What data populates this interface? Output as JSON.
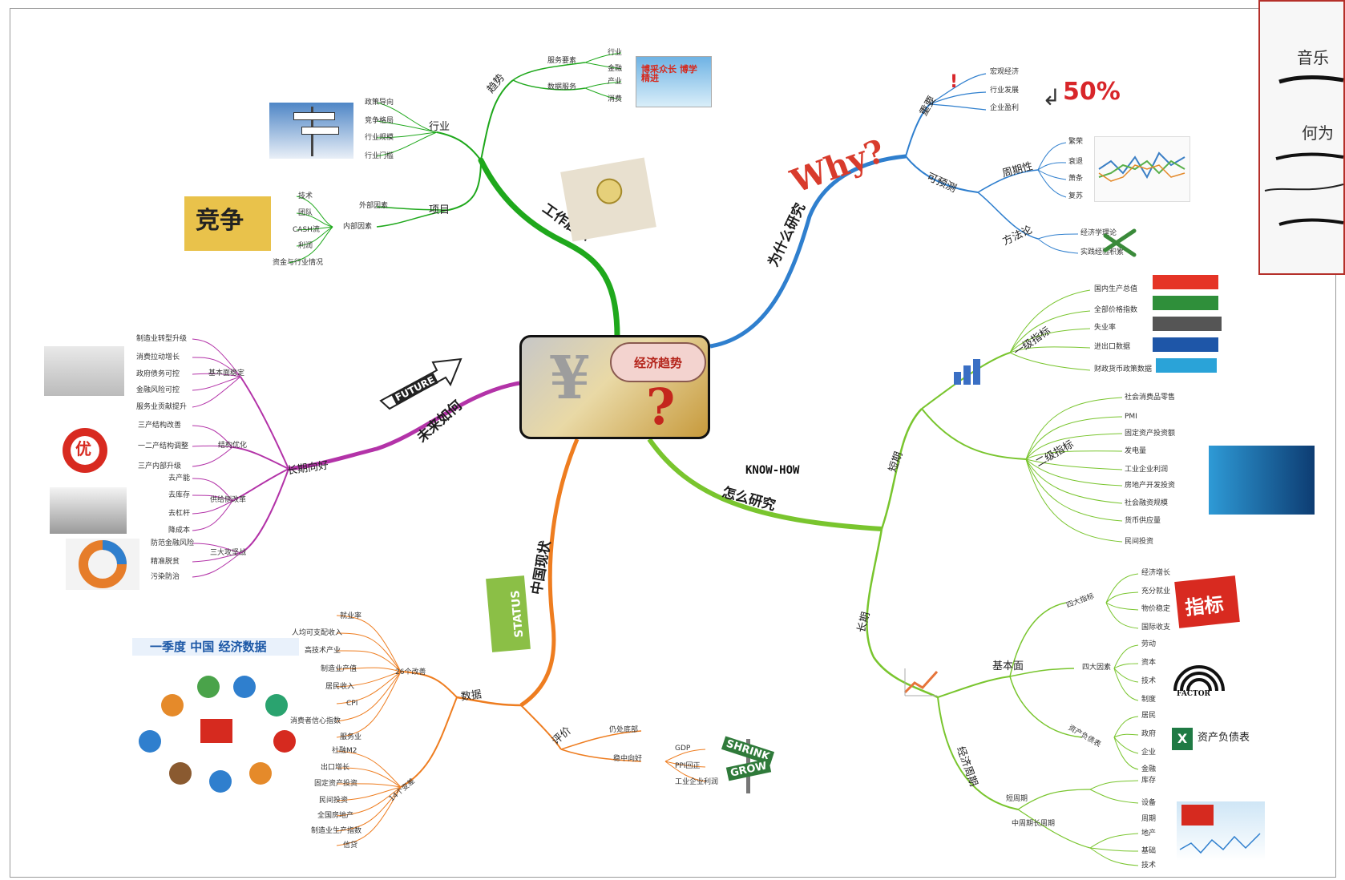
{
  "center": {
    "title": "经济趋势"
  },
  "icons": {
    "why": "Why?",
    "percent": "50%",
    "know_how": "KNOW-HOW",
    "future": "FUTURE",
    "status": "STATUS",
    "shrink_grow": [
      "SHRINK",
      "GROW"
    ],
    "factor": "FACTOR",
    "excel_caption": "资产负债表",
    "you": "优",
    "jingzheng": "竞争",
    "zhibiao": "指标"
  },
  "branches": {
    "work": {
      "label": "工作启示",
      "trend": {
        "label": "趋势",
        "subs": [
          "服务要素",
          "数据服务"
        ],
        "leaves": [
          "行业",
          "金融",
          "产业",
          "消费"
        ],
        "image_text": "博采众长 博学精进"
      },
      "industry": {
        "label": "行业",
        "leaves": [
          "政策导向",
          "竞争格局",
          "行业规模",
          "行业门槛"
        ]
      },
      "project": {
        "label": "项目",
        "subs": [
          "外部因素",
          "内部因素"
        ],
        "leaves": [
          "技术",
          "团队",
          "CASH流",
          "利润",
          "资金与行业情况"
        ]
      }
    },
    "why": {
      "label": "为什么研究",
      "important": {
        "label": "重要",
        "leaves": [
          "宏观经济",
          "行业发展",
          "企业盈利"
        ]
      },
      "predict": {
        "label": "可预测",
        "cycle": "周期性",
        "cycle_leaves": [
          "繁荣",
          "衰退",
          "萧条",
          "复苏"
        ],
        "method": "方法论",
        "method_leaves": [
          "经济学理论",
          "实践经验积累"
        ]
      }
    },
    "how": {
      "label": "怎么研究",
      "short": {
        "label": "短期",
        "first": {
          "label": "一级指标",
          "leaves": [
            "国内生产总值",
            "全部价格指数",
            "失业率",
            "进出口数据",
            "财政货币政策数据"
          ]
        },
        "second": {
          "label": "二级指标",
          "leaves": [
            "社会消费品零售",
            "PMI",
            "固定资产投资额",
            "发电量",
            "工业企业利润",
            "房地产开发投资",
            "社会融资规模",
            "货币供应量",
            "民间投资"
          ]
        }
      },
      "long": {
        "label": "长期",
        "fundamental": {
          "label": "基本面",
          "four": "四大指标",
          "four_leaves": [
            "经济增长",
            "充分就业",
            "物价稳定",
            "国际收支"
          ],
          "factor": "四大因素",
          "factor_leaves": [
            "劳动",
            "资本",
            "技术",
            "制度"
          ],
          "balance": "资产负债表",
          "balance_leaves": [
            "居民",
            "政府",
            "企业",
            "金融"
          ]
        },
        "business": {
          "label": "经济周期",
          "leaves": [
            "短周期",
            "中周期长周期"
          ],
          "sub_leaves": [
            "库存",
            "设备",
            "周期",
            "地产",
            "基础",
            "技术"
          ]
        }
      }
    },
    "china": {
      "label": "中国现状",
      "data": {
        "label": "数据",
        "improve": {
          "label": "26个改善",
          "leaves": [
            "就业率",
            "人均可支配收入",
            "高技术产业",
            "制造业产值",
            "居民收入",
            "CPI",
            "消费者信心指数",
            "服务业"
          ]
        },
        "change": {
          "label": "14个变差",
          "leaves": [
            "社融M2",
            "出口增长",
            "固定资产投资",
            "民间投资",
            "全国房地产",
            "制造业生产指数",
            "信贷"
          ]
        },
        "image_title": "一季度 中国 经济数据"
      },
      "eval": {
        "label": "评价",
        "leaves": [
          "仍处底部",
          "稳中向好"
        ],
        "sub_leaves": [
          "GDP",
          "PPI回正",
          "工业企业利润"
        ]
      }
    },
    "future": {
      "label": "未来如何",
      "longterm": {
        "label": "长期向好",
        "basic": {
          "label": "基本面稳定",
          "leaves": [
            "制造业转型升级",
            "消费拉动增长",
            "政府债务可控",
            "金融风险可控",
            "服务业贡献提升"
          ]
        },
        "structure": {
          "label": "结构优化",
          "leaves": [
            "三产结构改善",
            "一二产结构调整",
            "三产内部升级"
          ]
        },
        "policy": {
          "label": "供给侧改革",
          "leaves": [
            "去产能",
            "去库存",
            "去杠杆",
            "降成本"
          ]
        },
        "market": {
          "label": "三大攻坚战",
          "leaves": [
            "防范金融风险",
            "精准脱贫",
            "污染防治"
          ]
        }
      }
    }
  },
  "sheet": {
    "lines": [
      "音乐",
      "何为"
    ]
  },
  "colors": {
    "work": "#1fa81c",
    "why": "#2f7fce",
    "how": "#79c52e",
    "china": "#ee7d20",
    "future": "#b333a8",
    "stem_pink": "#c43aa9"
  }
}
